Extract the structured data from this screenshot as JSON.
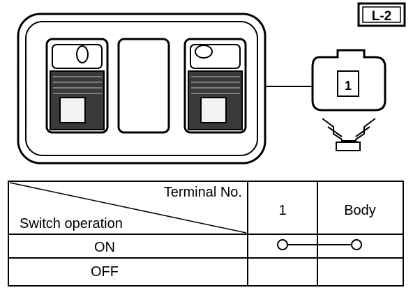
{
  "connector_code": "L-2",
  "connector_terminal": "1",
  "table": {
    "header_top": "Terminal No.",
    "header_bottom": "Switch operation",
    "columns": [
      "1",
      "Body"
    ],
    "rows": [
      {
        "label": "ON",
        "continuity": true
      },
      {
        "label": "OFF",
        "continuity": false
      }
    ]
  }
}
